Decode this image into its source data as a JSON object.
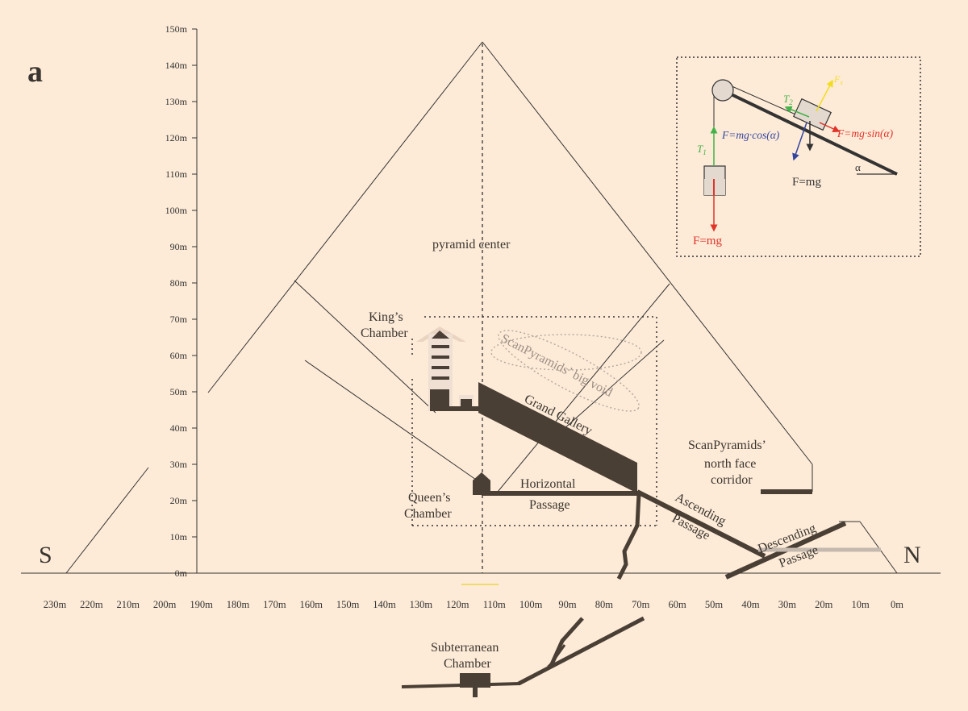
{
  "figure": {
    "panel_letter": "a",
    "side_left": "S",
    "side_right": "N"
  },
  "y_axis": {
    "ticks": [
      "150m",
      "140m",
      "130m",
      "120m",
      "110m",
      "100m",
      "90m",
      "80m",
      "70m",
      "60m",
      "50m",
      "40m",
      "30m",
      "20m",
      "10m",
      "0m"
    ]
  },
  "x_axis": {
    "ticks": [
      "230m",
      "220m",
      "210m",
      "200m",
      "190m",
      "180m",
      "170m",
      "160m",
      "150m",
      "140m",
      "130m",
      "120m",
      "110m",
      "100m",
      "90m",
      "80m",
      "70m",
      "60m",
      "50m",
      "40m",
      "30m",
      "20m",
      "10m",
      "0m"
    ]
  },
  "labels": {
    "pyramid_center": "pyramid center",
    "kings_chamber": [
      "King’s",
      "Chamber"
    ],
    "queens_chamber": [
      "Queen’s",
      "Chamber"
    ],
    "grand_gallery": "Grand Gallery",
    "big_void": "ScanPyramids’ big void",
    "horizontal_passage": [
      "Horizontal",
      "Passage"
    ],
    "ascending_passage": [
      "Ascending",
      "Passage"
    ],
    "descending_passage": [
      "Descending",
      "Passage"
    ],
    "north_face_corridor": [
      "ScanPyramids’",
      "north face",
      "corridor"
    ],
    "subterranean_chamber": [
      "Subterranean",
      "Chamber"
    ]
  },
  "inset": {
    "t2": "T",
    "t2_sub": "2",
    "fx": "F",
    "fx_sub": "x",
    "t1": "T",
    "t1_sub": "1",
    "f_cos": "F=mg·cos(α)",
    "f_sin": "F=mg·sin(α)",
    "f_mg_block": "F=mg",
    "f_mg_hanging": "F=mg",
    "alpha": "α"
  },
  "colors": {
    "background": "#fdebd7",
    "structure": "#4a3f35",
    "void": "#aa9a90",
    "tension": "#44b24a",
    "sin_force": "#e0342b",
    "cos_force": "#3344a0",
    "fx_force": "#f2dc1e"
  }
}
